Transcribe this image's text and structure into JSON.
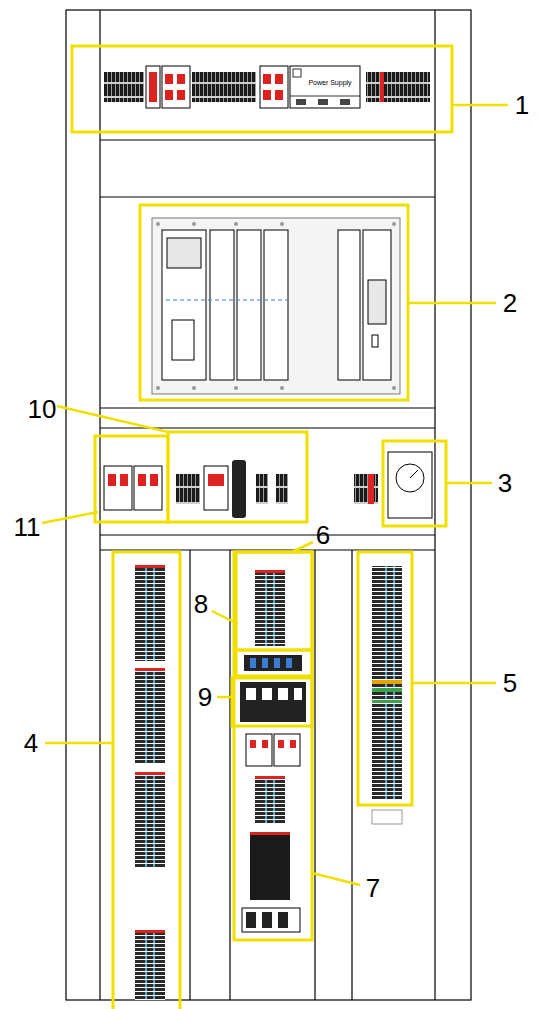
{
  "diagram": {
    "labels": [
      "1",
      "2",
      "3",
      "4",
      "5",
      "6",
      "7",
      "8",
      "9",
      "10",
      "11",
      "Power Supply"
    ]
  }
}
